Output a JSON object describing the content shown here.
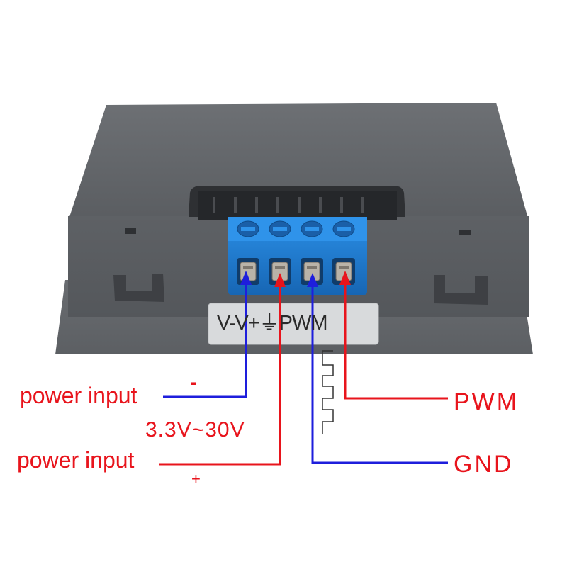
{
  "device": {
    "terminal_strip_label": "V-V+⏚PWM",
    "colors": {
      "case": "#5f6266",
      "terminal_block": "#1f7fd6",
      "wire_negative": "#1e1edc",
      "wire_positive": "#e8141c",
      "wire_pwm": "#e8141c",
      "wire_gnd": "#1e1edc"
    }
  },
  "labels": {
    "power_input_negative": "power input",
    "negative_sign": "-",
    "voltage_range": "3.3V~30V",
    "power_input_positive": "power input",
    "positive_sign": "+",
    "pwm": "PWM",
    "gnd": "GND"
  }
}
